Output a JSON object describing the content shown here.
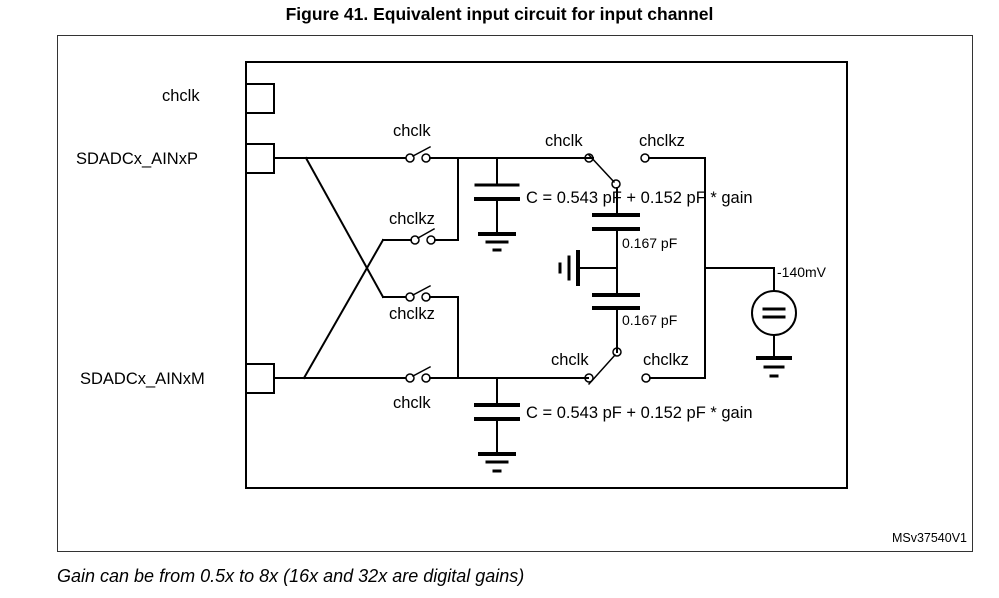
{
  "figure": {
    "title": "Figure 41. Equivalent input circuit for input channel",
    "reference_id": "MSv37540V1",
    "caption": "Gain can be from 0.5x to 8x (16x and 32x are digital gains)"
  },
  "pins": {
    "chclk": "chclk",
    "ainp": "SDADCx_AINxP",
    "ainm": "SDADCx_AINxM"
  },
  "switches": {
    "top_direct": "chclk",
    "top_cross": "chclkz",
    "bottom_cross": "chclkz",
    "bottom_direct": "chclk",
    "top_selector_left": "chclk",
    "top_selector_right": "chclkz",
    "bottom_selector_left": "chclk",
    "bottom_selector_right": "chclkz"
  },
  "components": {
    "sampling_cap_top": "C = 0.543 pF + 0.152 pF * gain",
    "sampling_cap_bottom": "C = 0.543 pF + 0.152 pF * gain",
    "series_cap_top": "0.167 pF",
    "series_cap_bottom": "0.167 pF",
    "reference_voltage": "-140mV"
  }
}
